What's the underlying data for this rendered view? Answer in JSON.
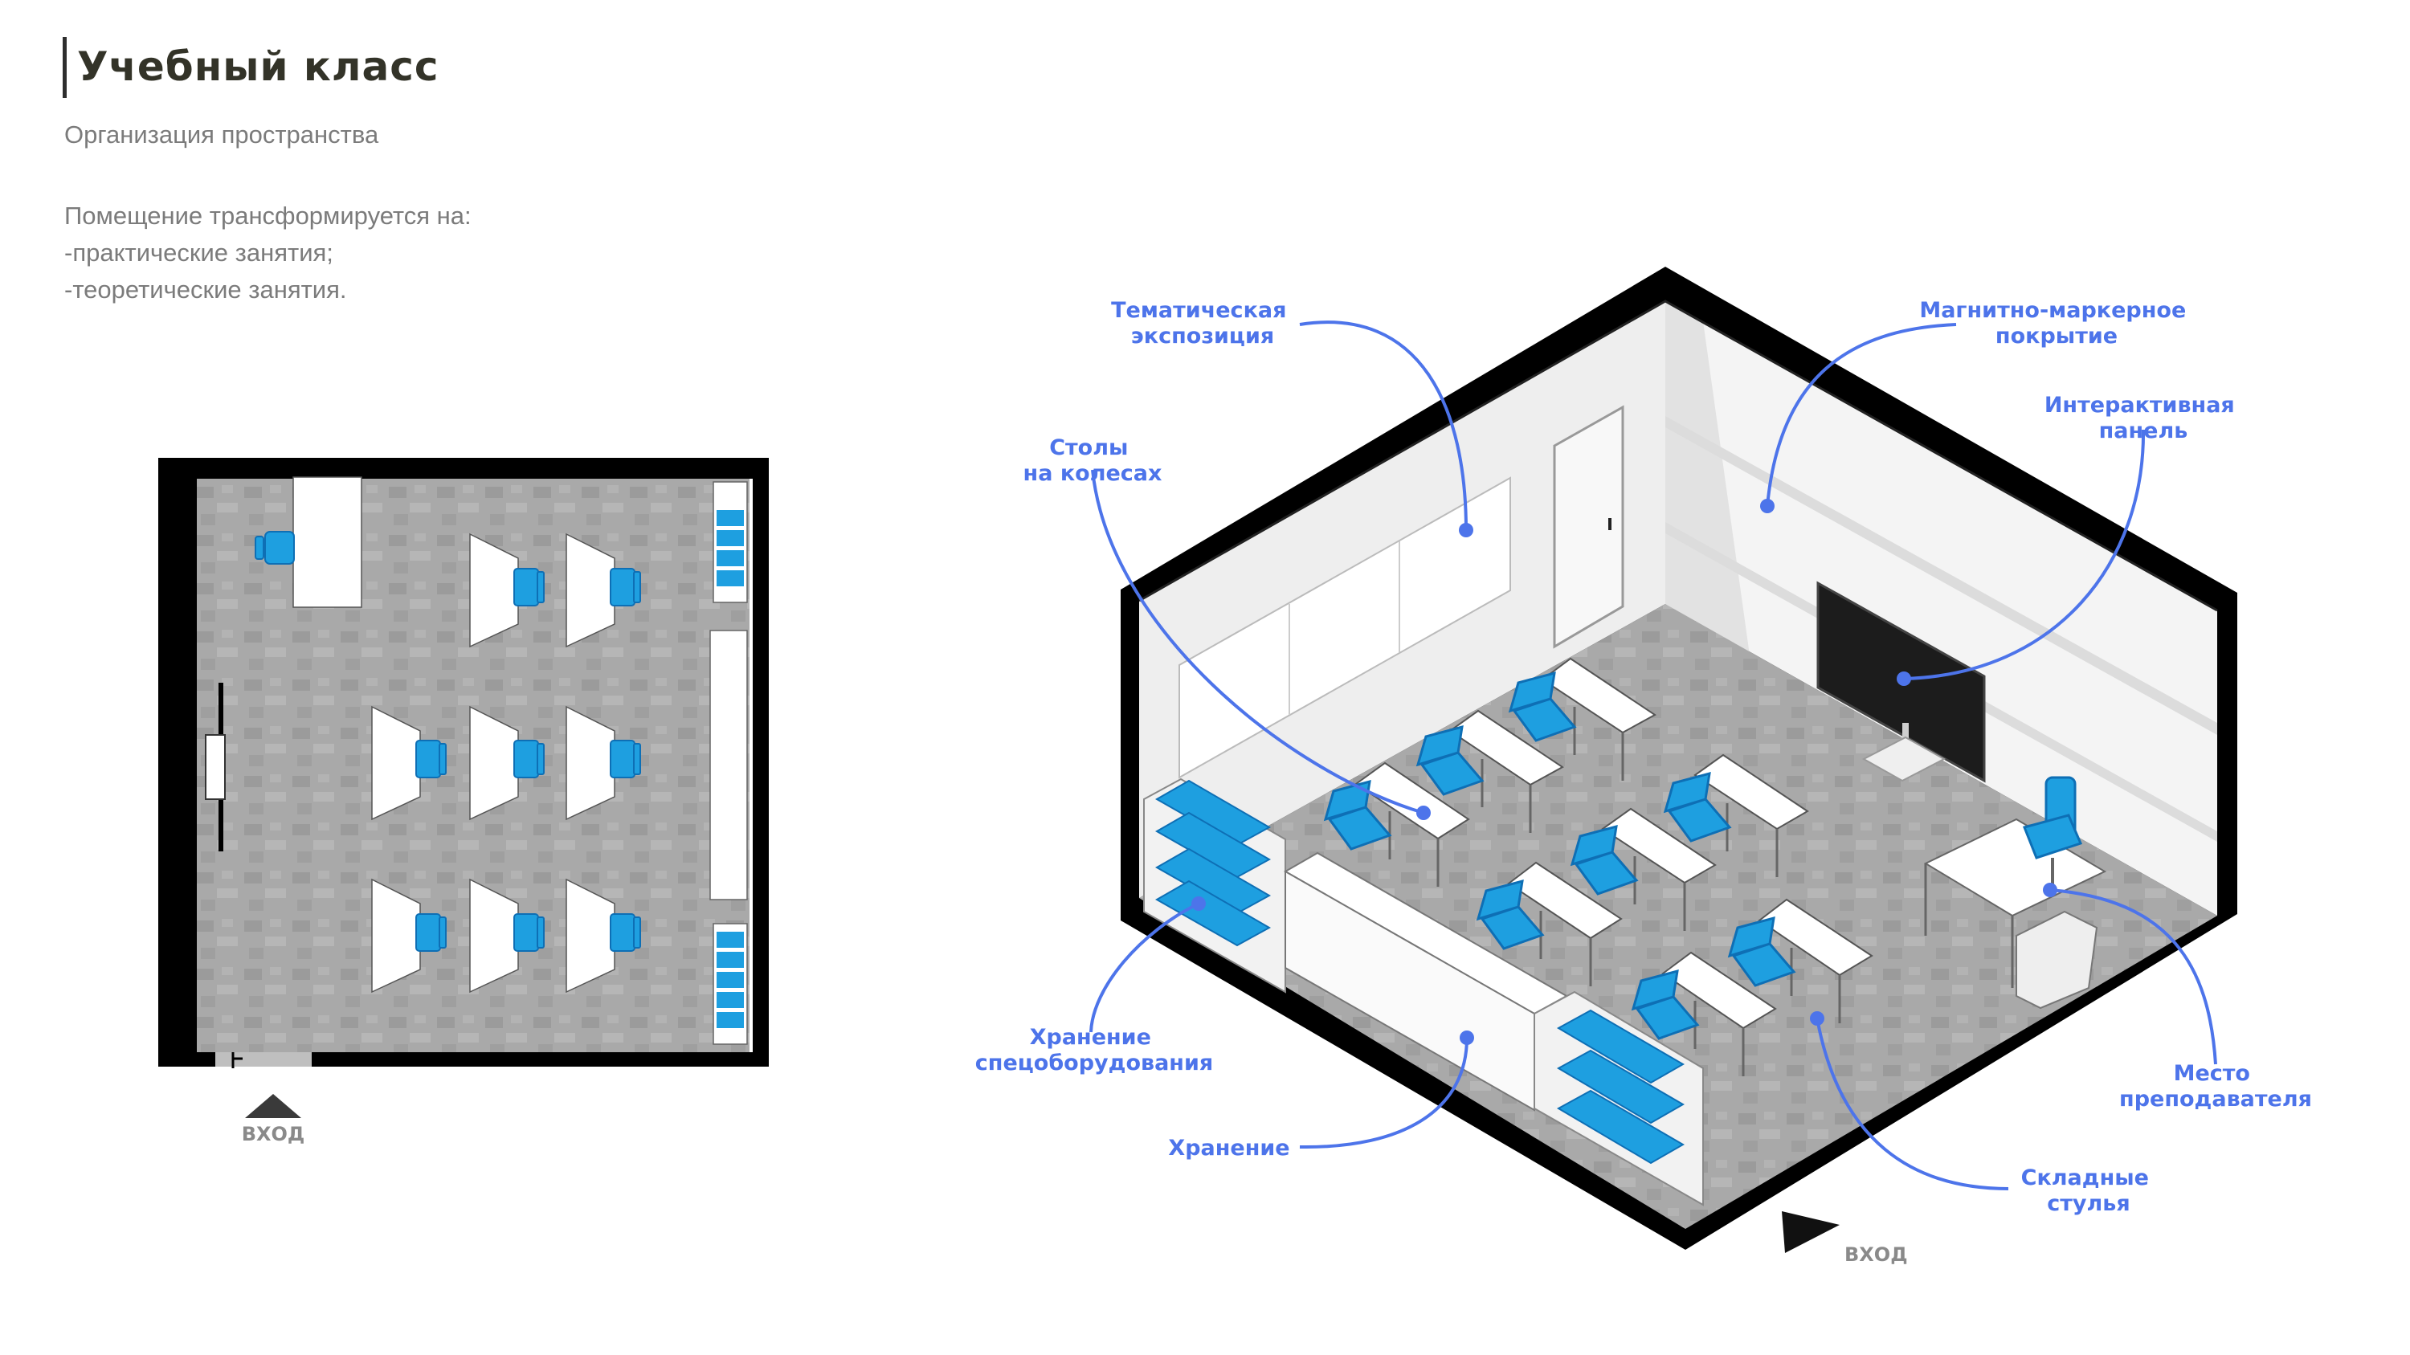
{
  "header": {
    "title": "Учебный класс",
    "subtitle": "Организация пространства",
    "description": [
      "Помещение трансформируется на:",
      "-практические занятия;",
      "-теоретические занятия."
    ]
  },
  "plan": {
    "entry_label": "ВХОД"
  },
  "iso": {
    "entry_label": "ВХОД",
    "callouts": {
      "exposition": [
        "Тематическая",
        "экспозиция"
      ],
      "magnetic": [
        "Магнитно-маркерное",
        "покрытие"
      ],
      "panel": [
        "Интерактивная",
        "панель"
      ],
      "tables": [
        "Столы",
        "на колесах"
      ],
      "special_storage": [
        "Хранение",
        "спецоборудования"
      ],
      "storage": [
        "Хранение"
      ],
      "chairs": [
        "Складные",
        "стулья"
      ],
      "teacher": [
        "Место",
        "преподавателя"
      ]
    }
  },
  "colors": {
    "accent": "#4d74ea",
    "chair": "#1e9fe0",
    "chair_dark": "#0e6fb5",
    "floor": "#a9a9a9",
    "wall": "#000000"
  }
}
